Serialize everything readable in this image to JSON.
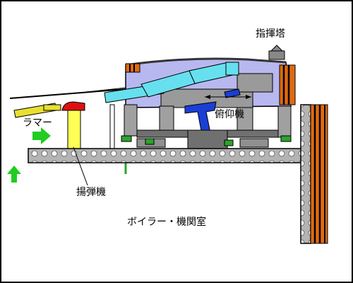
{
  "labels": {
    "conning_tower": "指揮塔",
    "elevation_gear": "俯仰機",
    "rammer": "ラマー",
    "shell_hoist": "揚弾機",
    "boiler_engine_room": "ボイラー・機関室"
  },
  "colors": {
    "barrel": "#66e0ee",
    "rammer": "#e8e030",
    "hoist": "#ffff55",
    "hoist_cap": "#dd1111",
    "turret_body": "#b8b8f0",
    "turret_dark": "#707070",
    "elevation_gear": "#1a3fd6",
    "arrow": "#22cc22",
    "deck_grey": "#b4b4b4",
    "hull_stripe": "#e06a10"
  },
  "icons": [
    "green-right-arrow-icon",
    "green-up-arrow-icon",
    "elevation-double-arrow-icon"
  ]
}
